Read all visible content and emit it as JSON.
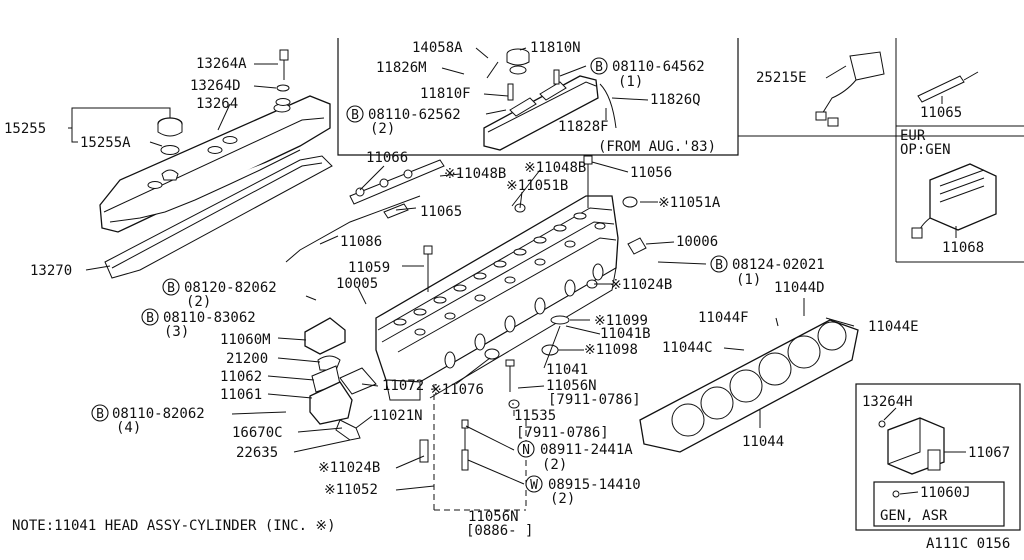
{
  "labels": {
    "p13264A": "13264A",
    "p13264D": "13264D",
    "p13264": "13264",
    "p15255": "15255",
    "p15255A": "15255A",
    "p13270": "13270",
    "p11066": "11066",
    "p11065a": "11065",
    "p11086": "11086",
    "p11059": "11059",
    "p10005": "10005",
    "b08120": "08120-82062",
    "b08120q": "(2)",
    "b08110_83": "08110-83062",
    "b08110_83q": "(3)",
    "p11060M": "11060M",
    "p21200": "21200",
    "p11062": "11062",
    "p11061": "11061",
    "b08110_82": "08110-82062",
    "b08110_82q": "(4)",
    "p16670C": "16670C",
    "p22635": "22635",
    "p11072": "11072",
    "p11021N": "11021N",
    "p11076": "※11076",
    "p11024B_low": "※11024B",
    "p11052": "※11052",
    "p11048B_a": "※11048B",
    "p11048B_b": "※11048B",
    "p11051B": "※11051B",
    "p11056": "11056",
    "p11051A": "※11051A",
    "p10006": "10006",
    "b08124": "08124-02021",
    "b08124q": "(1)",
    "p11024B_mid": "※11024B",
    "p11099": "※11099",
    "p11041B": "11041B",
    "p11098": "※11098",
    "p11041": "11041",
    "p11056N_a": "11056N",
    "p11056N_a_date": "[7911-0786]",
    "p11535": "11535",
    "p11535_date": "[7911-0786]",
    "n08911": "08911-2441A",
    "n08911q": "(2)",
    "w08915": "08915-14410",
    "w08915q": "(2)",
    "p11056N_b": "11056N",
    "p11056N_b_date": "[0886-   ]",
    "p11044F": "11044F",
    "p11044D": "11044D",
    "p11044E": "11044E",
    "p11044C": "11044C",
    "p11044": "11044",
    "p14058A": "14058A",
    "p11810N": "11810N",
    "p11826M": "11826M",
    "b08110_64": "08110-64562",
    "b08110_64q": "(1)",
    "p11810F": "11810F",
    "b08110_62": "08110-62562",
    "b08110_62q": "(2)",
    "p11826Q": "11826Q",
    "p11828F": "11828F",
    "from_aug": "(FROM AUG.'83)",
    "p25215E": "25215E",
    "p11065b": "11065",
    "eur": "EUR",
    "op_gen": "OP:GEN",
    "p11068": "11068",
    "p13264H": "13264H",
    "p11067": "11067",
    "p11060J": "11060J",
    "gen_asr": "GEN, ASR",
    "note": "NOTE:11041 HEAD ASSY-CYLINDER (INC. ※)",
    "fig_code": "A111C 0156"
  },
  "marks": {
    "B": "B",
    "N": "N",
    "W": "W"
  }
}
